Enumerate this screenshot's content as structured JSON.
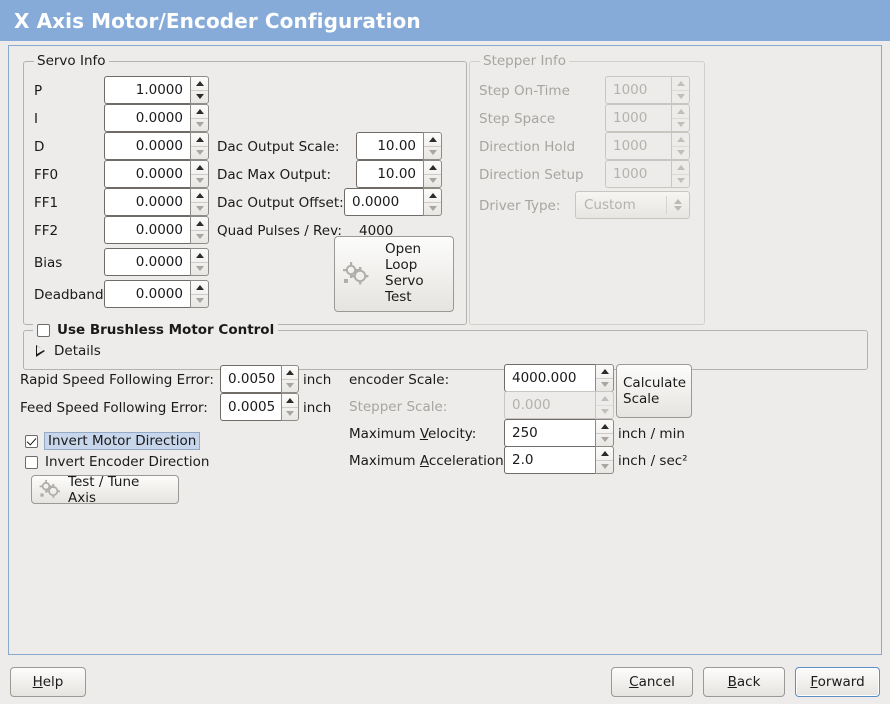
{
  "window": {
    "title": "X Axis Motor/Encoder Configuration",
    "title_bg": "#86abd9",
    "title_fg": "#ffffff",
    "panel_border": "#8aa9cf",
    "background": "#edecea"
  },
  "servo_info": {
    "frame_title": "Servo Info",
    "rows": [
      {
        "label": "P",
        "value": "1.0000"
      },
      {
        "label": "I",
        "value": "0.0000"
      },
      {
        "label": "D",
        "value": "0.0000"
      },
      {
        "label": "FF0",
        "value": "0.0000"
      },
      {
        "label": "FF1",
        "value": "0.0000"
      },
      {
        "label": "FF2",
        "value": "0.0000"
      },
      {
        "label": "Bias",
        "value": "0.0000"
      },
      {
        "label": "Deadband",
        "value": "0.0000"
      }
    ],
    "dac": {
      "output_scale_label": "Dac Output Scale:",
      "output_scale_value": "10.00",
      "max_output_label": "Dac Max Output:",
      "max_output_value": "10.00",
      "output_offset_label": "Dac Output Offset:",
      "output_offset_value": "0.0000",
      "quad_pulses_label": "Quad Pulses / Rev:",
      "quad_pulses_value": "4000"
    },
    "open_loop_button": {
      "line1": "Open",
      "line2": "Loop",
      "line3": "Servo",
      "line4": "Test",
      "icon": "gear-icon"
    }
  },
  "stepper_info": {
    "frame_title": "Stepper Info",
    "enabled": false,
    "rows": [
      {
        "label": "Step On-Time",
        "value": "1000"
      },
      {
        "label": "Step Space",
        "value": "1000"
      },
      {
        "label": "Direction Hold",
        "value": "1000"
      },
      {
        "label": "Direction Setup",
        "value": "1000"
      }
    ],
    "driver_type_label": "Driver Type:",
    "driver_type_value": "Custom"
  },
  "brushless": {
    "checkbox_label": "Use Brushless Motor Control",
    "checked": false,
    "expander_label": "Details",
    "expanded": false
  },
  "tuning": {
    "rapid_error_label": "Rapid Speed Following Error:",
    "rapid_error_value": "0.0050",
    "rapid_error_unit": "inch",
    "feed_error_label": "Feed Speed Following Error:",
    "feed_error_value": "0.0005",
    "feed_error_unit": "inch",
    "invert_motor_label": "Invert Motor Direction",
    "invert_motor_checked": true,
    "invert_encoder_label": "Invert Encoder Direction",
    "invert_encoder_checked": false,
    "test_tune_label": "Test / Tune Axis",
    "test_tune_icon": "gear-icon"
  },
  "scales": {
    "encoder_scale_label": "encoder Scale:",
    "encoder_scale_value": "4000.000",
    "stepper_scale_label": "Stepper Scale:",
    "stepper_scale_value": "0.000",
    "stepper_scale_enabled": false,
    "calculate_line1": "Calculate",
    "calculate_line2": "Scale",
    "max_velocity_label_pre": "Maximum ",
    "max_velocity_label_key": "V",
    "max_velocity_label_post": "elocity:",
    "max_velocity_value": "250",
    "max_velocity_unit": "inch / min",
    "max_accel_label_pre": "Maximum ",
    "max_accel_label_key": "A",
    "max_accel_label_post": "cceleration:",
    "max_accel_value": "2.0",
    "max_accel_unit": "inch / sec²"
  },
  "actions": {
    "help_pre": "",
    "help_key": "H",
    "help_post": "elp",
    "cancel_pre": "",
    "cancel_key": "C",
    "cancel_post": "ancel",
    "back_pre": "",
    "back_key": "B",
    "back_post": "ack",
    "forward_pre": "",
    "forward_key": "F",
    "forward_post": "orward",
    "focused": "forward-button"
  }
}
